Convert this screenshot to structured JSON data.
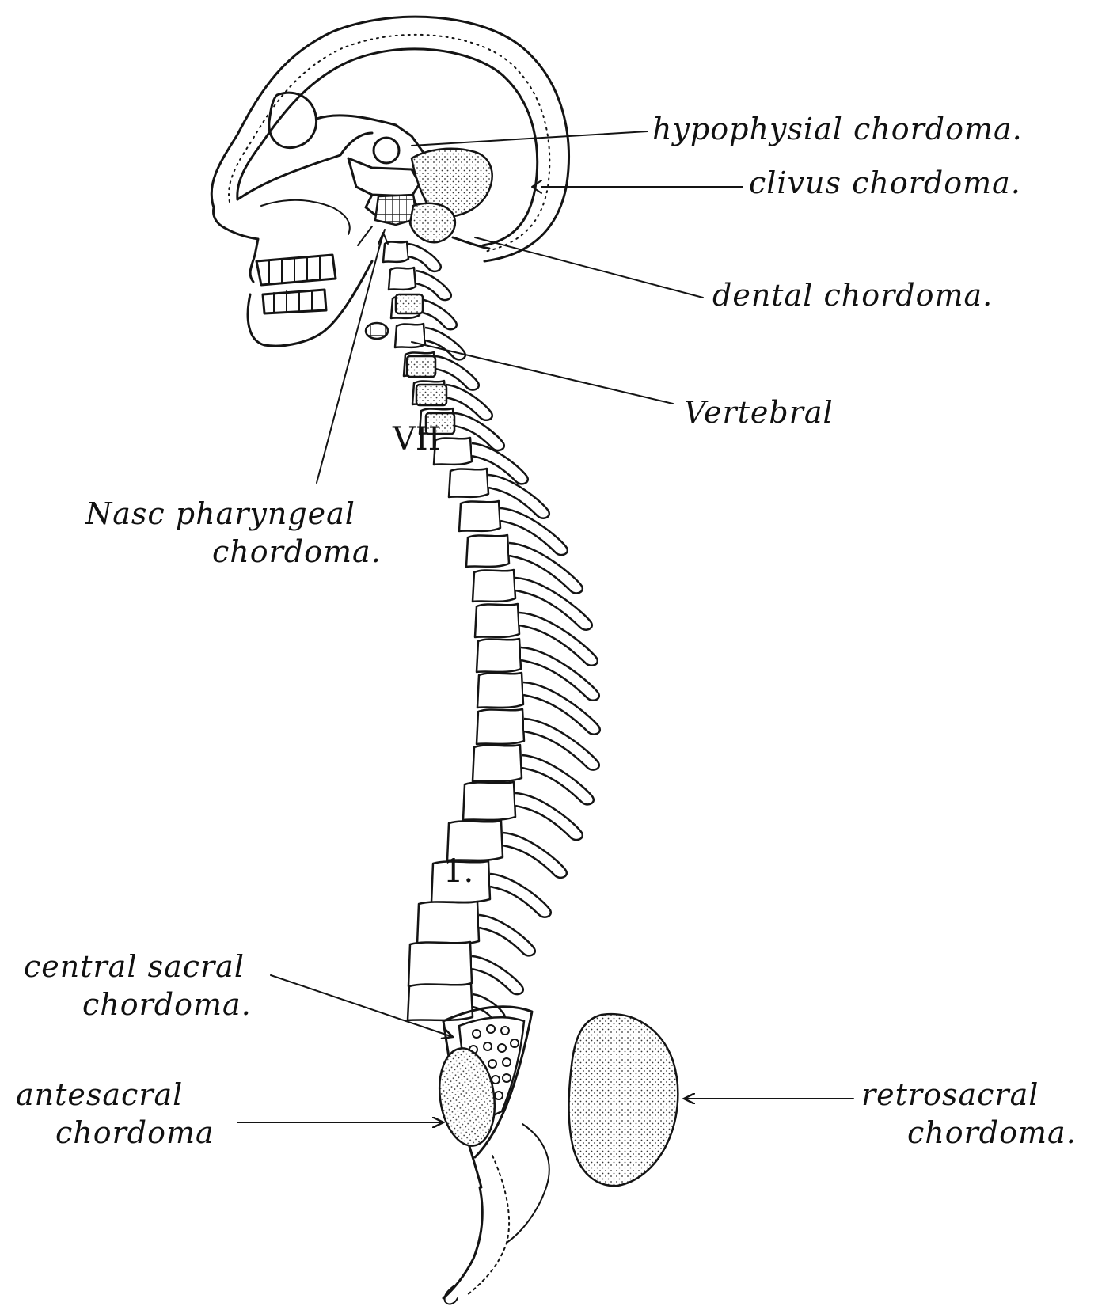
{
  "labels": {
    "hypophysial": "hypophysial chordoma.",
    "clivus": "clivus chordoma.",
    "dental": "dental chordoma.",
    "vertebral": "Vertebral",
    "nasopharyngeal_line1": "Nasc pharyngeal",
    "nasopharyngeal_line2": "chordoma.",
    "central_sacral_line1": "central sacral",
    "central_sacral_line2": "chordoma.",
    "antesacral_line1": "antesacral",
    "antesacral_line2": "chordoma",
    "retrosacral_line1": "retrosacral",
    "retrosacral_line2": "chordoma."
  },
  "markers": {
    "cervical_vii": "VII",
    "lumbar_one": "1."
  },
  "colors": {
    "ink": "#141414",
    "paper": "#ffffff"
  }
}
